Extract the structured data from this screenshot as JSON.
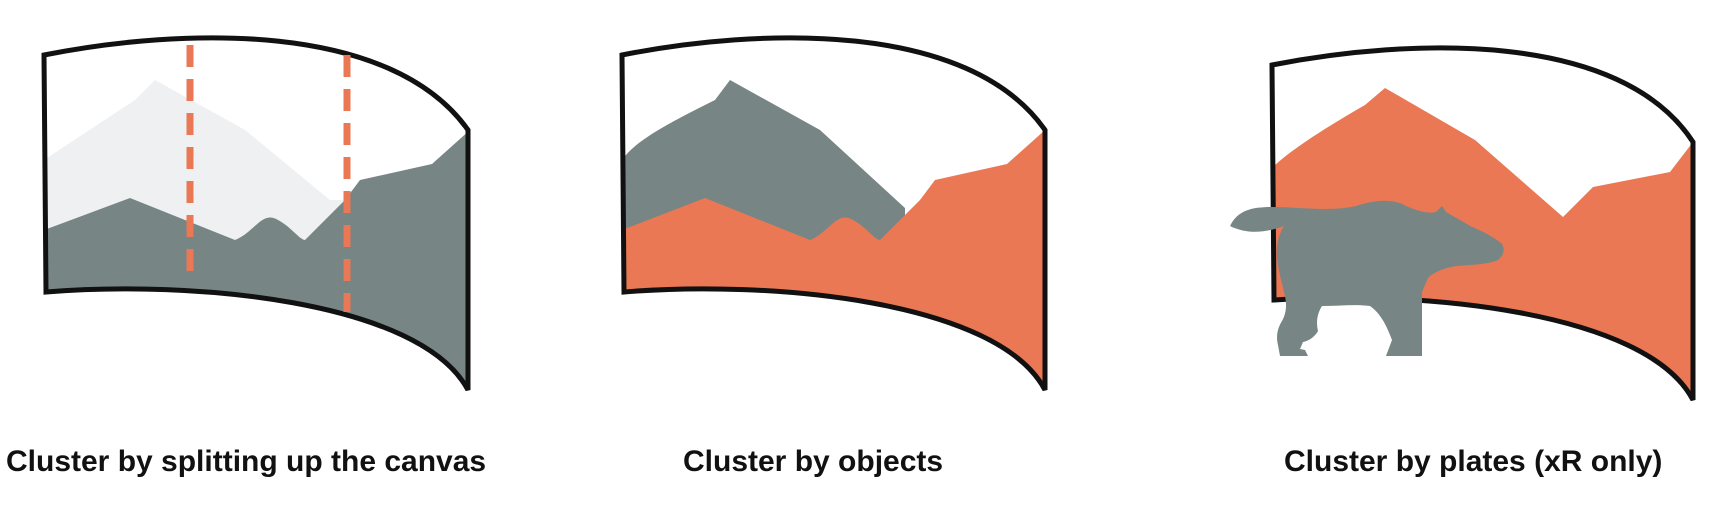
{
  "colors": {
    "accent": "#ea7854",
    "mountain_dark": "#778585",
    "mountain_light": "#eff0f1",
    "frame": "#111111",
    "background": "#ffffff"
  },
  "panels": [
    {
      "caption": "Cluster by splitting up the canvas",
      "icon": "canvas-split-diagram"
    },
    {
      "caption": "Cluster by objects",
      "icon": "object-cluster-diagram"
    },
    {
      "caption": "Cluster by plates (xR only)",
      "icon": "plate-cluster-diagram",
      "foreground_icon": "bear-icon"
    }
  ]
}
